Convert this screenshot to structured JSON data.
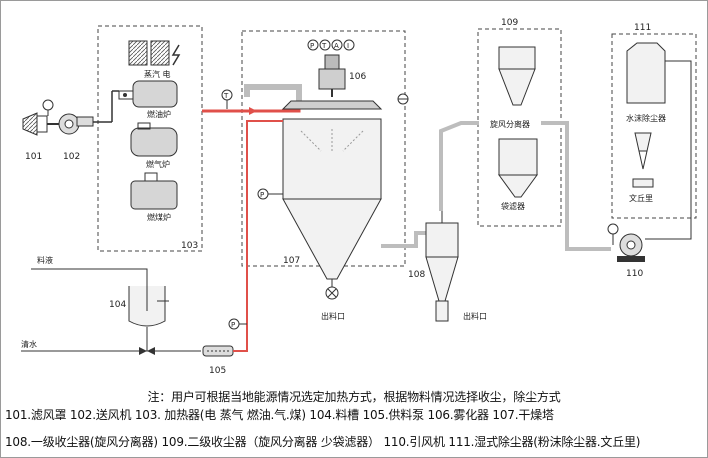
{
  "diagram": {
    "ids": {
      "n101": "101",
      "n102": "102",
      "n103": "103",
      "n104": "104",
      "n105": "105",
      "n106": "106",
      "n107": "107",
      "n108": "108",
      "n109": "109",
      "n110": "110",
      "n111": "111"
    },
    "labels": {
      "steam_elec": "蒸汽 电",
      "oil_furnace": "燃油炉",
      "gas_furnace": "燃气炉",
      "coal_furnace": "燃煤炉",
      "feed": "料液",
      "water": "清水",
      "outlet_107": "出料口",
      "outlet_108": "出料口",
      "cyclone_109": "旋风分离器",
      "bag_filter": "袋滤器",
      "water_dust": "水沫除尘器",
      "venturi": "文丘里",
      "gauge_t": "T",
      "gauge_p": "P",
      "atomizer_badges": [
        "P",
        "T",
        "A",
        "I"
      ]
    }
  },
  "caption": {
    "note": "注：用户可根据当地能源情况选定加热方式，根据物料情况选择收尘，除尘方式",
    "legend_line1": "101.滤风罩  102.送风机  103. 加热器(电  蒸气  燃油.气.煤) 104.料槽  105.供料泵  106.雾化器  107.干燥塔",
    "legend_line2": "108.一级收尘器(旋风分离器) 109.二级收尘器（旋风分离器  少袋滤器）  110.引风机  111.湿式除尘器(粉沫除尘器.文丘里)"
  },
  "colors": {
    "hot_air_pipe": "#e0504a",
    "line": "#333333",
    "light_pipe": "#bdbdbd"
  }
}
